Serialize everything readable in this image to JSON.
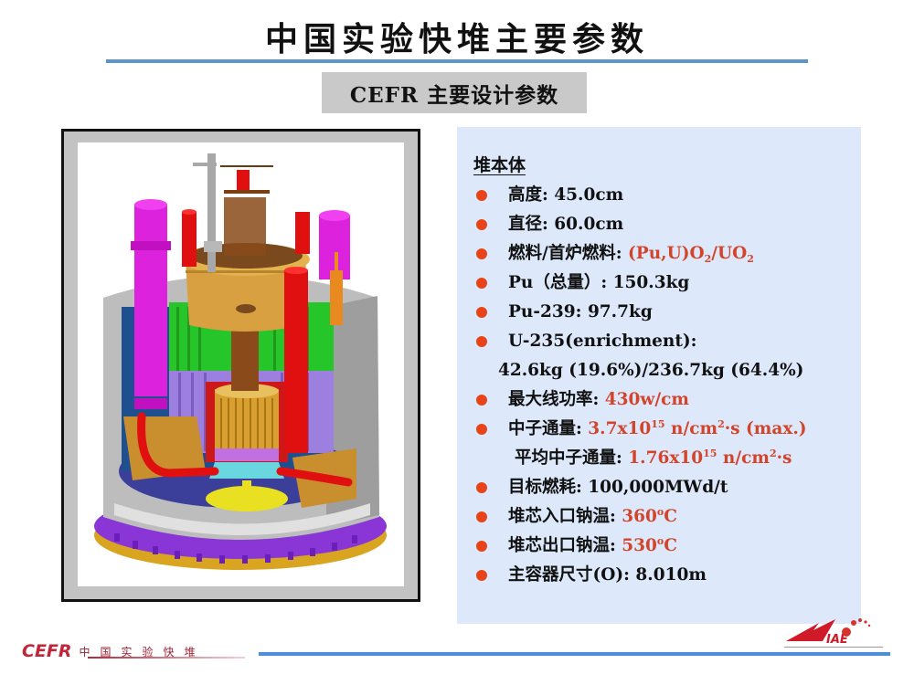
{
  "slide": {
    "title": "中国实验快堆主要参数",
    "subtitle": "CEFR 主要设计参数",
    "colors": {
      "title_rule": "#5b95c9",
      "subtitle_bg": "#c9c9c9",
      "panel_bg": "#dde9fb",
      "bullet": "#e8441a",
      "value_red": "#d2452a",
      "footer_rule": "#4a90d8",
      "logo_red": "#c0263a"
    }
  },
  "figure": {
    "description": "CEFR reactor block 3D cutaway illustration",
    "components": [
      "primary-pump (magenta)",
      "intermediate-heat-exchanger (red)",
      "rotating-plug (gold)",
      "core (orange rods)",
      "shielding (green/purple)",
      "main-vessel (grey)",
      "support-ring (purple/gold)"
    ]
  },
  "panel": {
    "section_heading": "堆本体",
    "params": [
      {
        "label": "高度: ",
        "value": "45.0cm",
        "value_color": "black"
      },
      {
        "label": "直径: ",
        "value": "60.0cm",
        "value_color": "black"
      },
      {
        "label": "燃料/首炉燃料: ",
        "value_parts": [
          "(Pu,U)O",
          "2",
          "/UO",
          "2"
        ],
        "value_color": "red"
      },
      {
        "label": "Pu（总量）: ",
        "value": "150.3kg",
        "value_color": "black"
      },
      {
        "label": "Pu-239: ",
        "value": "97.7kg",
        "value_color": "black"
      },
      {
        "label": "U-235(enrichment):",
        "value": "",
        "value_color": "black"
      },
      {
        "continuation": "42.6kg (19.6%)/236.7kg (64.4%)"
      },
      {
        "label": "最大线功率: ",
        "value": "430w/cm",
        "value_color": "red"
      },
      {
        "label": "中子通量: ",
        "value_parts": [
          "3.7x10",
          "15",
          " n/cm",
          "2",
          "·s (max.)"
        ],
        "value_color": "red"
      },
      {
        "label": "平均中子通量: ",
        "value_parts": [
          "1.76x10",
          "15",
          " n/cm",
          "2",
          "·s"
        ],
        "value_color": "red",
        "indent": true
      },
      {
        "label": "目标燃耗: ",
        "value": "100,000MWd/t",
        "value_color": "black"
      },
      {
        "label": "堆芯入口钠温: ",
        "value_parts": [
          "360",
          "o",
          "C"
        ],
        "value_color": "red"
      },
      {
        "label": "堆芯出口钠温: ",
        "value_parts": [
          "530",
          "o",
          "C"
        ],
        "value_color": "red"
      },
      {
        "label": "主容器尺寸(O): ",
        "value": "8.010m",
        "value_color": "black"
      }
    ]
  },
  "footer": {
    "left_logo_text": "CEFR",
    "left_logo_cn": "中国实验快堆",
    "right_logo_text": "IAE"
  }
}
